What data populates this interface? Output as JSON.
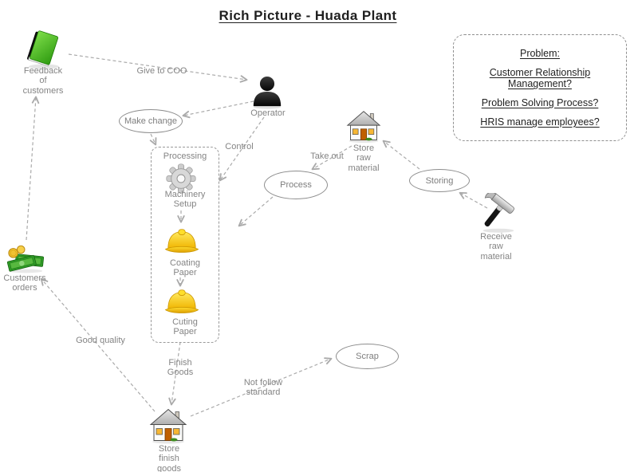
{
  "title": "Rich Picture - Huada Plant",
  "colors": {
    "label_gray": "#848484",
    "dark_text": "#1f1f1f",
    "line_gray": "#aaaaaa",
    "oval_stroke": "#8d8d8d",
    "book_green": "#3fae1e",
    "hat_yellow": "#ffd400",
    "money_green": "#2f9a27",
    "coin_gold": "#e6b800",
    "door_orange": "#c05f00"
  },
  "problem_box": {
    "heading": "Problem:",
    "items": [
      "Customer Relationship Management?",
      "Problem Solving Process?",
      "HRIS manage employees?"
    ]
  },
  "nodes": {
    "feedback": {
      "label": "Feedback\nof\ncustomers",
      "icon": "book-icon"
    },
    "operator": {
      "label": "Operator",
      "icon": "person-icon"
    },
    "make_change": {
      "label": "Make change",
      "shape": "oval"
    },
    "processing": {
      "label": "Processing",
      "shape": "dashed-box"
    },
    "machinery_setup": {
      "label": "Machinery\nSetup",
      "icon": "gear-icon"
    },
    "coating_paper": {
      "label": "Coating\nPaper",
      "icon": "hardhat-icon"
    },
    "cutting_paper": {
      "label": "Cuting\nPaper",
      "icon": "hardhat-icon"
    },
    "process": {
      "label": "Process",
      "shape": "oval"
    },
    "store_raw": {
      "label": "Store\nraw\nmaterial",
      "icon": "house-icon"
    },
    "storing": {
      "label": "Storing",
      "shape": "oval"
    },
    "receive_raw": {
      "label": "Receive\nraw\nmaterial",
      "icon": "hammer-icon"
    },
    "customers_orders": {
      "label": "Customers\norders",
      "icon": "money-icon"
    },
    "scrap": {
      "label": "Scrap",
      "shape": "oval"
    },
    "store_finish": {
      "label": "Store\nfinish\ngoods",
      "icon": "house-icon"
    }
  },
  "edge_labels": {
    "give_to_coo": "Give to COO",
    "control": "Control",
    "take_out": "Take out",
    "finish_goods": "Finish Goods",
    "good_quality": "Good quality",
    "not_follow_standard": "Not follow\nstandard"
  }
}
